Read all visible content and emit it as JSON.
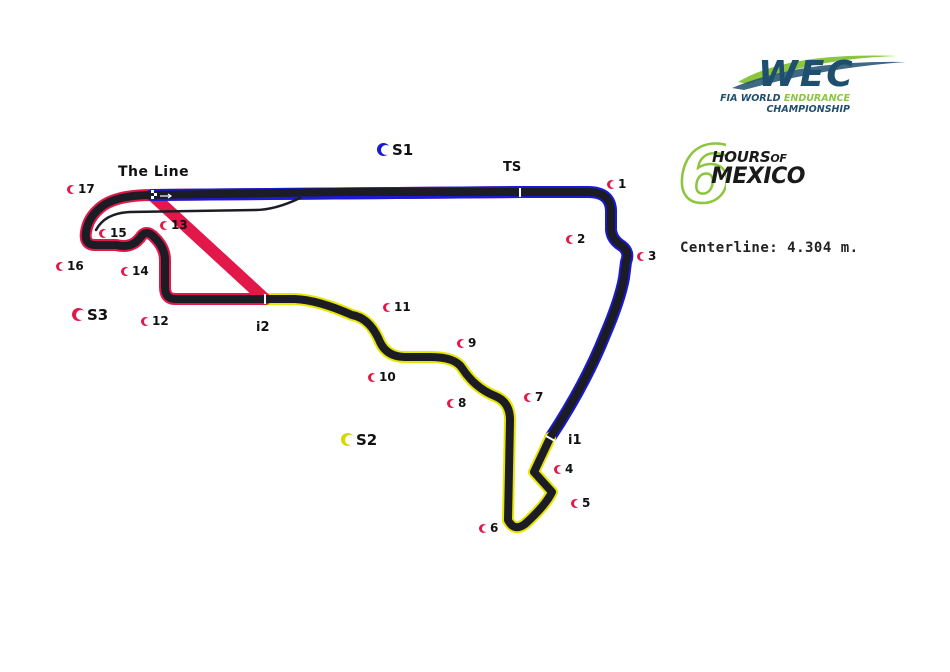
{
  "map": {
    "finish_label": "The Line",
    "speed_trap_label": "TS",
    "intermediates": [
      "i1",
      "i2"
    ],
    "sectors": [
      {
        "label": "S1",
        "color": "#1a1ad4"
      },
      {
        "label": "S2",
        "color": "#d8d800"
      },
      {
        "label": "S3",
        "color": "#e3184a"
      }
    ],
    "corners": [
      "1",
      "2",
      "3",
      "4",
      "5",
      "6",
      "7",
      "8",
      "9",
      "10",
      "11",
      "12",
      "13",
      "14",
      "15",
      "16",
      "17"
    ],
    "corner_marker_color": "#e3184a",
    "track_color": "#1c1c24"
  },
  "branding": {
    "wec_logo_text": "WEC",
    "wec_line1": "FIA WORLD",
    "wec_line1_accent": "ENDURANCE",
    "wec_line2": "CHAMPIONSHIP",
    "event_number": "6",
    "event_hours": "HOURS",
    "event_of": "OF",
    "event_name": "MEXICO",
    "accent_green": "#8cc63f",
    "accent_blue": "#1f4f6e"
  },
  "info": {
    "centerline": "Centerline: 4.304 m."
  }
}
